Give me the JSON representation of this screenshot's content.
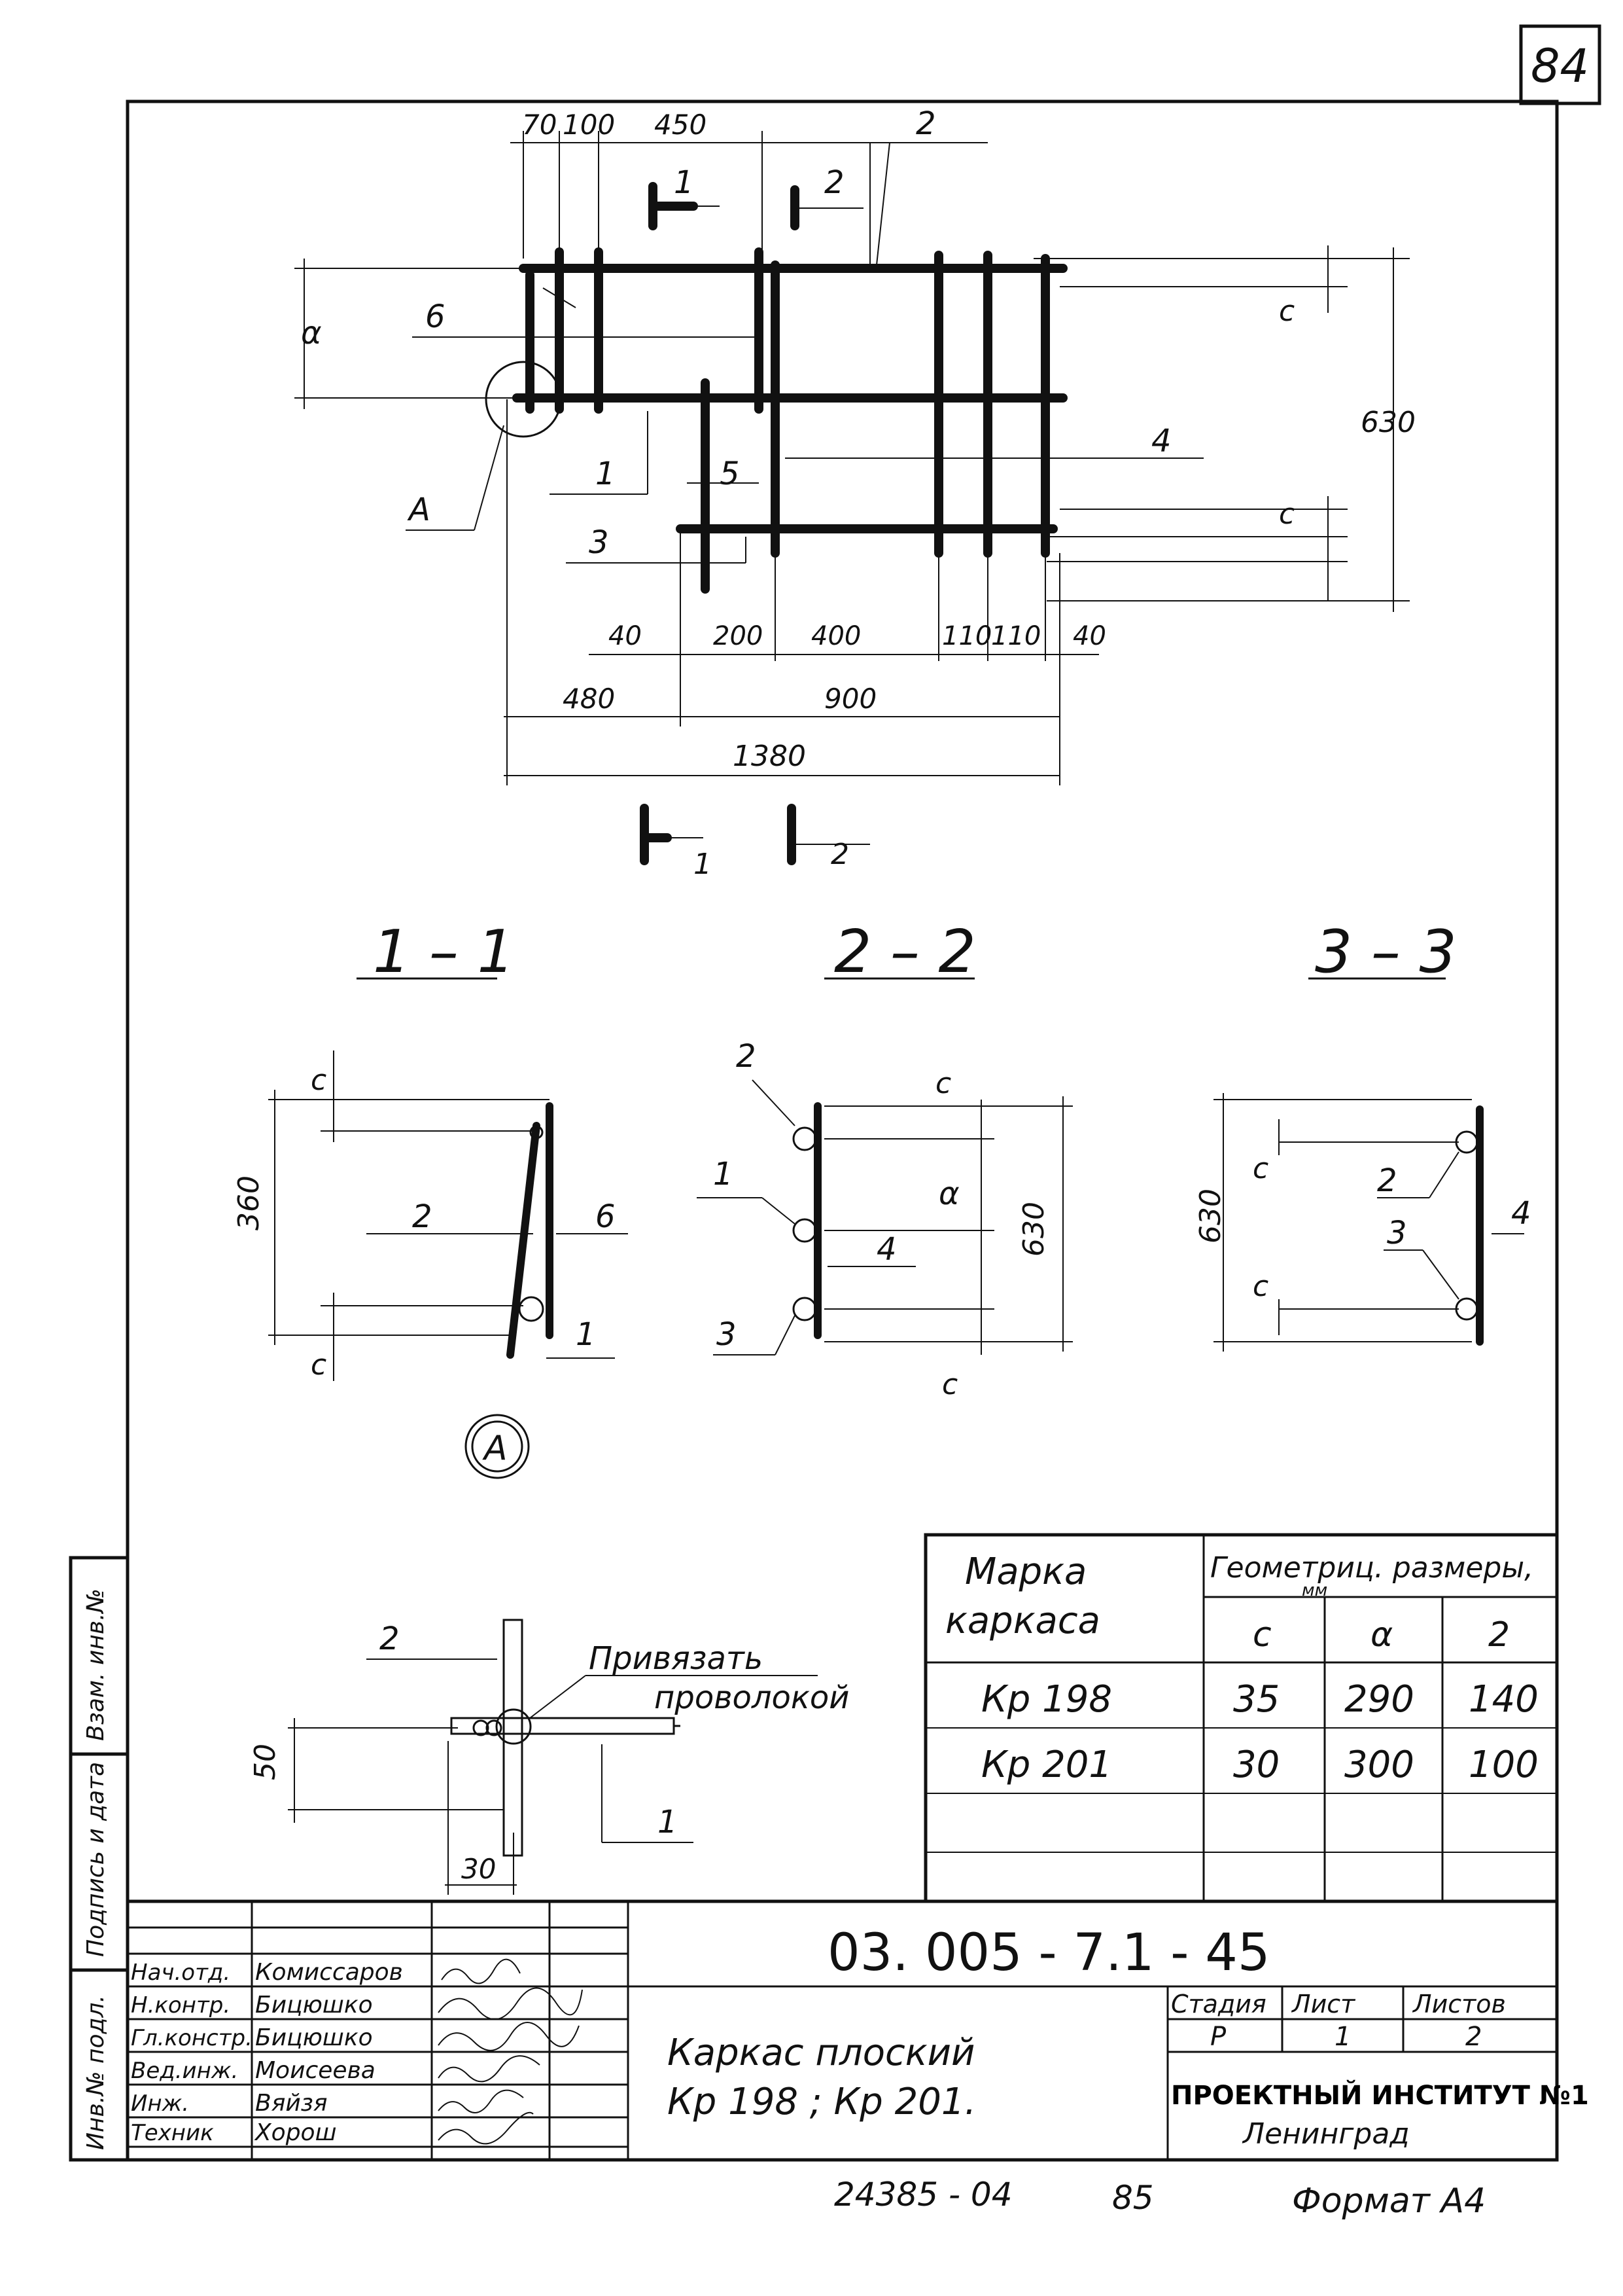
{
  "sheet_number": "84",
  "plan": {
    "top_dims": [
      "70",
      "100",
      "450"
    ],
    "callouts": {
      "n1": "1",
      "n2": "2",
      "n3": "3",
      "n4": "4",
      "n5": "5",
      "n6": "6",
      "a": "A"
    },
    "side_labels": {
      "a": "α",
      "c_top": "с",
      "c_bottom": "с",
      "h630": "630"
    },
    "bottom_dims_row1": [
      "40",
      "200",
      "400",
      "110",
      "110",
      "40"
    ],
    "bottom_dims_row2": [
      "480",
      "900"
    ],
    "total": "1380",
    "section_marks": [
      "1",
      "2"
    ],
    "top_section_marks": [
      "1",
      "2"
    ]
  },
  "sections": {
    "s11": {
      "title": "1 – 1",
      "h": "360",
      "c1": "с",
      "c2": "с",
      "l2": "2",
      "l6": "6",
      "l1": "1"
    },
    "s22": {
      "title": "2 – 2",
      "l2": "2",
      "l1": "1",
      "l4": "4",
      "l3": "3",
      "c1": "с",
      "a": "α",
      "h": "630",
      "c2": "с"
    },
    "s33": {
      "title": "3 – 3",
      "h": "630",
      "c1": "с",
      "c2": "с",
      "l2": "2",
      "l3": "3",
      "l4": "4"
    }
  },
  "detail": {
    "label": "A",
    "l2": "2",
    "note1": "Привязать",
    "note2": "проволокой",
    "l1": "1",
    "h": "50",
    "w": "30"
  },
  "table": {
    "head_mark_1": "Марка",
    "head_mark_2": "каркаса",
    "head_geo": "Геометриц. размеры,",
    "head_unit": "мм",
    "cols": [
      "с",
      "α",
      "2"
    ],
    "rows": [
      {
        "mark": "Кр 198",
        "c": "35",
        "a": "290",
        "z": "140"
      },
      {
        "mark": "Кр 201",
        "c": "30",
        "a": "300",
        "z": "100"
      }
    ]
  },
  "side_stamp": {
    "vzam": "Взам. инв.№",
    "podp": "Подпись и дата",
    "inv": "Инв.№ подл."
  },
  "title_block": {
    "code": "03. 005 - 7.1 - 45",
    "roles": [
      "Нач.отд.",
      "Н.контр.",
      "Гл.констр.",
      "Вед.инж.",
      "Инж.",
      "Техник"
    ],
    "names": [
      "Комиссаров",
      "Бицюшко",
      "Бицюшко",
      "Моисеева",
      "Вяйзя",
      "Хорош"
    ],
    "title_1": "Каркас плоский",
    "title_2": "Кр 198 ; Кр 201.",
    "stage_h": "Стадия",
    "sheet_h": "Лист",
    "sheets_h": "Листов",
    "stage": "Р",
    "sheet": "1",
    "sheets": "2",
    "org_1": "ПРОЕКТНЫЙ ИНСТИТУТ №1",
    "org_2": "Ленинград"
  },
  "footer": {
    "num": "24385 - 04",
    "year": "85",
    "format": "Формат А4"
  }
}
